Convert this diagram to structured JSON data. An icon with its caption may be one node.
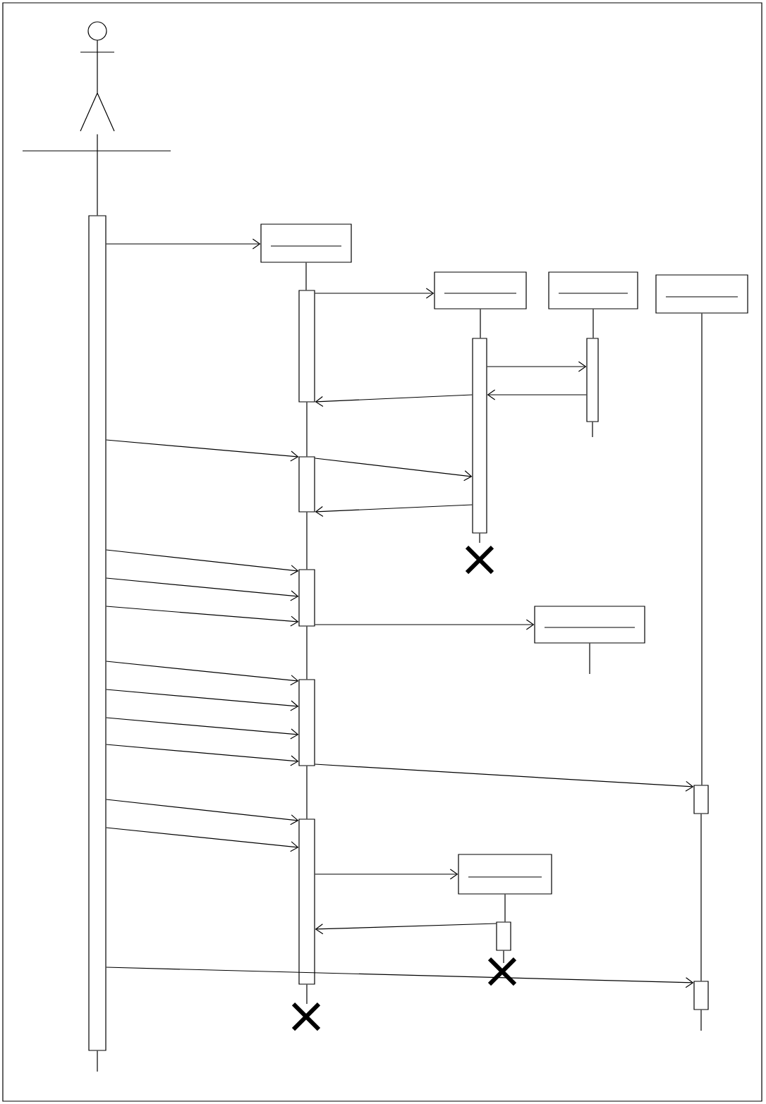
{
  "diagram": {
    "nodes": [
      {
        "text": [],
        "shape": "person"
      },
      {
        "text": [],
        "shape": "bar"
      },
      {
        "text": [],
        "shape": "box"
      },
      {
        "text": [],
        "shape": "box"
      },
      {
        "text": [],
        "shape": "box"
      },
      {
        "text": [],
        "shape": "box"
      },
      {
        "text": [],
        "shape": "bar"
      },
      {
        "text": [],
        "shape": "bar"
      },
      {
        "text": [],
        "shape": "bar"
      },
      {
        "text": [],
        "shape": "bar"
      },
      {
        "text": [],
        "shape": "bar"
      },
      {
        "text": [],
        "shape": "box"
      },
      {
        "text": [],
        "shape": "bar"
      },
      {
        "text": [],
        "shape": "bar"
      },
      {
        "text": [],
        "shape": "bar"
      },
      {
        "text": [],
        "shape": "box"
      },
      {
        "text": [],
        "shape": "bar"
      },
      {
        "text": [],
        "shape": "bar"
      }
    ],
    "edges": [
      {
        "from": 1,
        "to": 2,
        "arrow": "to"
      },
      {
        "from": 6,
        "to": 3,
        "arrow": "to"
      },
      {
        "from": 7,
        "to": 8,
        "arrow": "to"
      },
      {
        "from": 8,
        "to": 7,
        "arrow": "to"
      },
      {
        "from": 7,
        "to": 6,
        "arrow": "to"
      },
      {
        "from": 1,
        "to": 9,
        "arrow": "to"
      },
      {
        "from": 9,
        "to": 7,
        "arrow": "to"
      },
      {
        "from": 7,
        "to": 9,
        "arrow": "to"
      },
      {
        "from": 1,
        "to": 10,
        "arrow": "to"
      },
      {
        "from": 1,
        "to": 10,
        "arrow": "to"
      },
      {
        "from": 1,
        "to": 10,
        "arrow": "to"
      },
      {
        "from": 10,
        "to": 11,
        "arrow": "to"
      },
      {
        "from": 1,
        "to": 12,
        "arrow": "to"
      },
      {
        "from": 1,
        "to": 12,
        "arrow": "to"
      },
      {
        "from": 1,
        "to": 12,
        "arrow": "to"
      },
      {
        "from": 1,
        "to": 12,
        "arrow": "to"
      },
      {
        "from": 12,
        "to": 13,
        "arrow": "to"
      },
      {
        "from": 1,
        "to": 14,
        "arrow": "to"
      },
      {
        "from": 1,
        "to": 14,
        "arrow": "to"
      },
      {
        "from": 14,
        "to": 15,
        "arrow": "to"
      },
      {
        "from": 16,
        "to": 14,
        "arrow": "to"
      },
      {
        "from": 1,
        "to": 17,
        "arrow": "to"
      },
      {
        "from": 0,
        "to": 1,
        "arrow": "none"
      },
      {
        "from": 1,
        "to": null,
        "arrow": "none"
      },
      {
        "from": 2,
        "to": 6,
        "arrow": "none"
      },
      {
        "from": 6,
        "to": 9,
        "arrow": "none"
      },
      {
        "from": 9,
        "to": 10,
        "arrow": "none"
      },
      {
        "from": 10,
        "to": 12,
        "arrow": "none"
      },
      {
        "from": 12,
        "to": 14,
        "arrow": "none"
      },
      {
        "from": 14,
        "to": null,
        "arrow": "none"
      },
      {
        "from": 3,
        "to": 7,
        "arrow": "none"
      },
      {
        "from": 7,
        "to": null,
        "arrow": "none"
      },
      {
        "from": 4,
        "to": 8,
        "arrow": "none"
      },
      {
        "from": 8,
        "to": null,
        "arrow": "none"
      },
      {
        "from": 5,
        "to": 13,
        "arrow": "none"
      },
      {
        "from": 13,
        "to": 17,
        "arrow": "none"
      },
      {
        "from": 17,
        "to": null,
        "arrow": "none"
      },
      {
        "from": 11,
        "to": null,
        "arrow": "none"
      },
      {
        "from": 15,
        "to": 16,
        "arrow": "none"
      },
      {
        "from": 16,
        "to": null,
        "arrow": "none"
      }
    ]
  }
}
